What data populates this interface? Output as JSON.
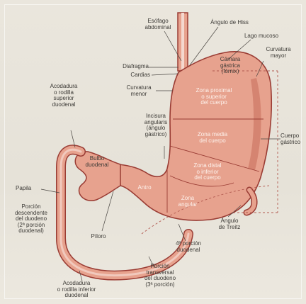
{
  "labels": {
    "esofago": "Esófago\nabdominal",
    "angulo_his": "Ángulo de Hiss",
    "lago_mucoso": "Lago mucoso",
    "diafragma": "Diafragma",
    "camara_gastrica": "Cámara\ngástrica\n(fórnix)",
    "curvatura_mayor": "Curvatura\nmayor",
    "cardias": "Cardias",
    "curvatura_menor": "Curvatura\nmenor",
    "acodadura_superior": "Acodadura\no rodilla\nsuperior\nduodenal",
    "zona_proximal": "Zona proximal\no superior\ndel cuerpo",
    "incisura": "Incisura\nangularis\n(ángulo\ngástrico)",
    "zona_media": "Zona media\ndel cuerpo",
    "cuerpo_gastrico": "Cuerpo\ngástrico",
    "bulbo": "Bulbo\nduodenal",
    "zona_distal": "Zona distal\no inferior\ndel cuerpo",
    "papila": "Papila",
    "antro": "Antro",
    "zona_angular": "Zona\nangular",
    "porcion_descendente": "Porción\ndescendente\ndel duodeno\n(2ª porción\nduodenal)",
    "piloro": "Píloro",
    "angulo_treitz": "Ángulo\nde Treitz",
    "cuarta_porcion": "4ª porción\nduodenal",
    "porcion_transversal": "Porción\ntransversal\ndel duodeno\n(3ª porción)",
    "acodadura_inferior": "Acodadura\no rodilla inferior\nduodenal"
  },
  "colors": {
    "tissue": "#e7a28e",
    "tissue_light": "#efc0b2",
    "outline": "#9a3c34",
    "leader": "#4a4642",
    "dashed": "#b25a50"
  }
}
